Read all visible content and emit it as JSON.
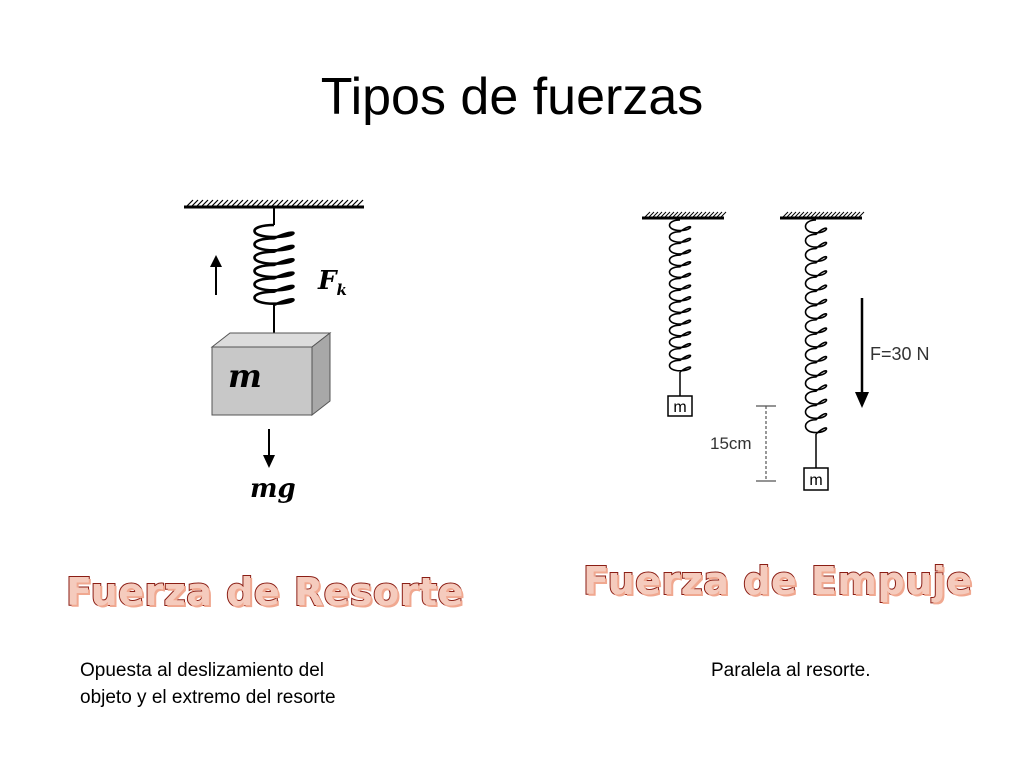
{
  "slide": {
    "title": "Tipos de fuerzas"
  },
  "left_figure": {
    "force_label": "F",
    "force_subscript": "k",
    "mass_label": "m",
    "weight_label": "mg"
  },
  "right_figure": {
    "mass_label_a": "m",
    "mass_label_b": "m",
    "displacement_label": "15cm",
    "force_label": "F=30 N"
  },
  "sections": {
    "left_title": "Fuerza de Resorte",
    "left_desc_line1": "Opuesta al deslizamiento del",
    "left_desc_line2": "objeto y el extremo del resorte",
    "right_title": "Fuerza de Empuje",
    "right_desc": "Paralela al resorte."
  },
  "colors": {
    "title_fill": "#f5cbbd",
    "title_outline": "#8a1d14",
    "block_face": "#c8c8c8"
  }
}
